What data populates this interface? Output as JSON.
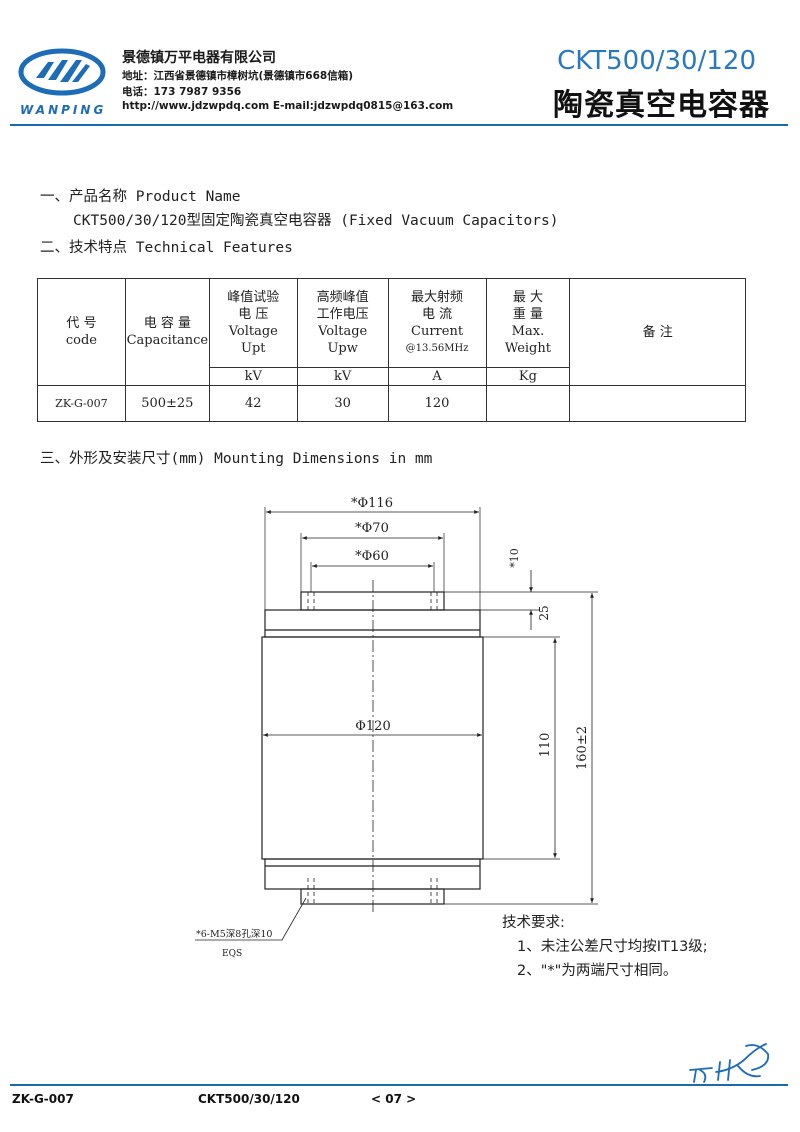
{
  "header": {
    "company": "景德镇万平电器有限公司",
    "address": "地址：江西省景德镇市樟树坑(景德镇市668信箱)",
    "phone": "电话：173 7987 9356",
    "web": "http://www.jdzwpdq.com   E-mail:jdzwpdq0815@163.com",
    "model": "CKT500/30/120",
    "title": "陶瓷真空电容器",
    "logo_text": "WANPING",
    "logo_icon": "wanping-logo-icon",
    "brand_color": "#1b6ab0"
  },
  "sections": {
    "s1_heading": "一、产品名称  Product Name",
    "s1_body": "CKT500/30/120型固定陶瓷真空电容器  (Fixed Vacuum Capacitors)",
    "s2_heading": "二、技术特点  Technical Features",
    "s3_heading": "三、外形及安装尺寸(mm)   Mounting Dimensions in mm"
  },
  "table": {
    "headers": [
      {
        "lines": [
          "代 号",
          "code"
        ]
      },
      {
        "lines": [
          "电 容 量",
          "Capacitance"
        ]
      },
      {
        "lines": [
          "峰值试验",
          "电    压",
          "Voltage",
          "Upt"
        ],
        "unit": "kV"
      },
      {
        "lines": [
          "高频峰值",
          "工作电压",
          "Voltage",
          "Upw"
        ],
        "unit": "kV"
      },
      {
        "lines": [
          "最大射频",
          "电    流",
          "Current",
          "@13.56MHz"
        ],
        "unit": "A"
      },
      {
        "lines": [
          "最    大",
          "重    量",
          "Max.",
          "Weight"
        ],
        "unit": "Kg"
      },
      {
        "lines": [
          "备    注"
        ]
      }
    ],
    "rows": [
      [
        "ZK-G-007",
        "500±25",
        "42",
        "30",
        "120",
        "",
        ""
      ]
    ]
  },
  "drawing": {
    "dim_116": "*Φ116",
    "dim_70": "*Φ70",
    "dim_60": "*Φ60",
    "dim_120": "Φ120",
    "dim_10": "*10",
    "dim_25": "25",
    "dim_110": "110",
    "dim_160": "160±2",
    "note_holes": "*6-M5深8孔深10",
    "note_eqs": "EQS"
  },
  "requirements": {
    "title": "技术要求:",
    "items": [
      "1、未注公差尺寸均按IT13级;",
      "2、\"*\"为两端尺寸相同。"
    ]
  },
  "footer": {
    "code": "ZK-G-007",
    "model": "CKT500/30/120",
    "page": "< 07 >",
    "signature_icon": "wanping-signature-icon"
  }
}
